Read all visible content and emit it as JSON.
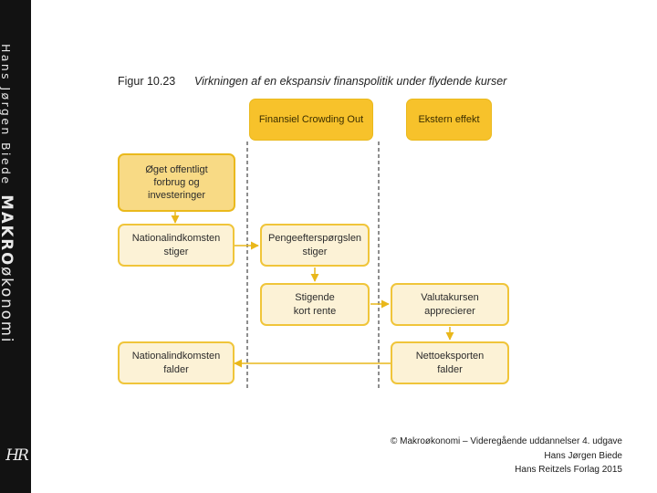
{
  "sidebar": {
    "author": "Hans Jørgen Biede",
    "book_title_bold": "MAKRO",
    "book_title_rest": "økonomi",
    "logo": "HR"
  },
  "figure": {
    "number": "Figur 10.23",
    "caption": "Virkningen af en ekspansiv finanspolitik under flydende kurser"
  },
  "columns": {
    "crowding_out": "Finansiel Crowding Out",
    "external": "Ekstern effekt"
  },
  "boxes": {
    "spending": [
      "Øget offentligt",
      "forbrug og",
      "investeringer"
    ],
    "income_rises": [
      "Nationalindkomsten",
      "stiger"
    ],
    "money_demand": [
      "Pengeefterspørgslen",
      "stiger"
    ],
    "interest_rate": [
      "Stigende",
      "kort rente"
    ],
    "currency": [
      "Valutakursen",
      "apprecierer"
    ],
    "income_falls": [
      "Nationalindkomsten",
      "falder"
    ],
    "net_exports": [
      "Nettoeksporten",
      "falder"
    ]
  },
  "credit": {
    "line1": "© Makroøkonomi – Videregående uddannelser 4. udgave",
    "line2": "Hans Jørgen Biede",
    "line3": "Hans Reitzels Forlag 2015"
  },
  "colors": {
    "accent": "#f7c22b",
    "box_dark": "#f8da85",
    "box_light": "#fcf2d6",
    "border": "#eab91c",
    "sidebar": "#121212"
  }
}
